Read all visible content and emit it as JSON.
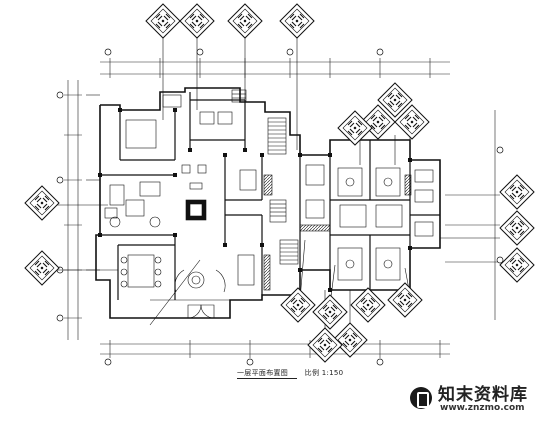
{
  "caption": {
    "title": "一层平面布置图",
    "scale": "比例 1:150"
  },
  "watermark": {
    "name": "知末资料库",
    "url": "www.znzmo.com"
  },
  "colors": {
    "line": "#1a1a1a",
    "background": "#ffffff"
  }
}
